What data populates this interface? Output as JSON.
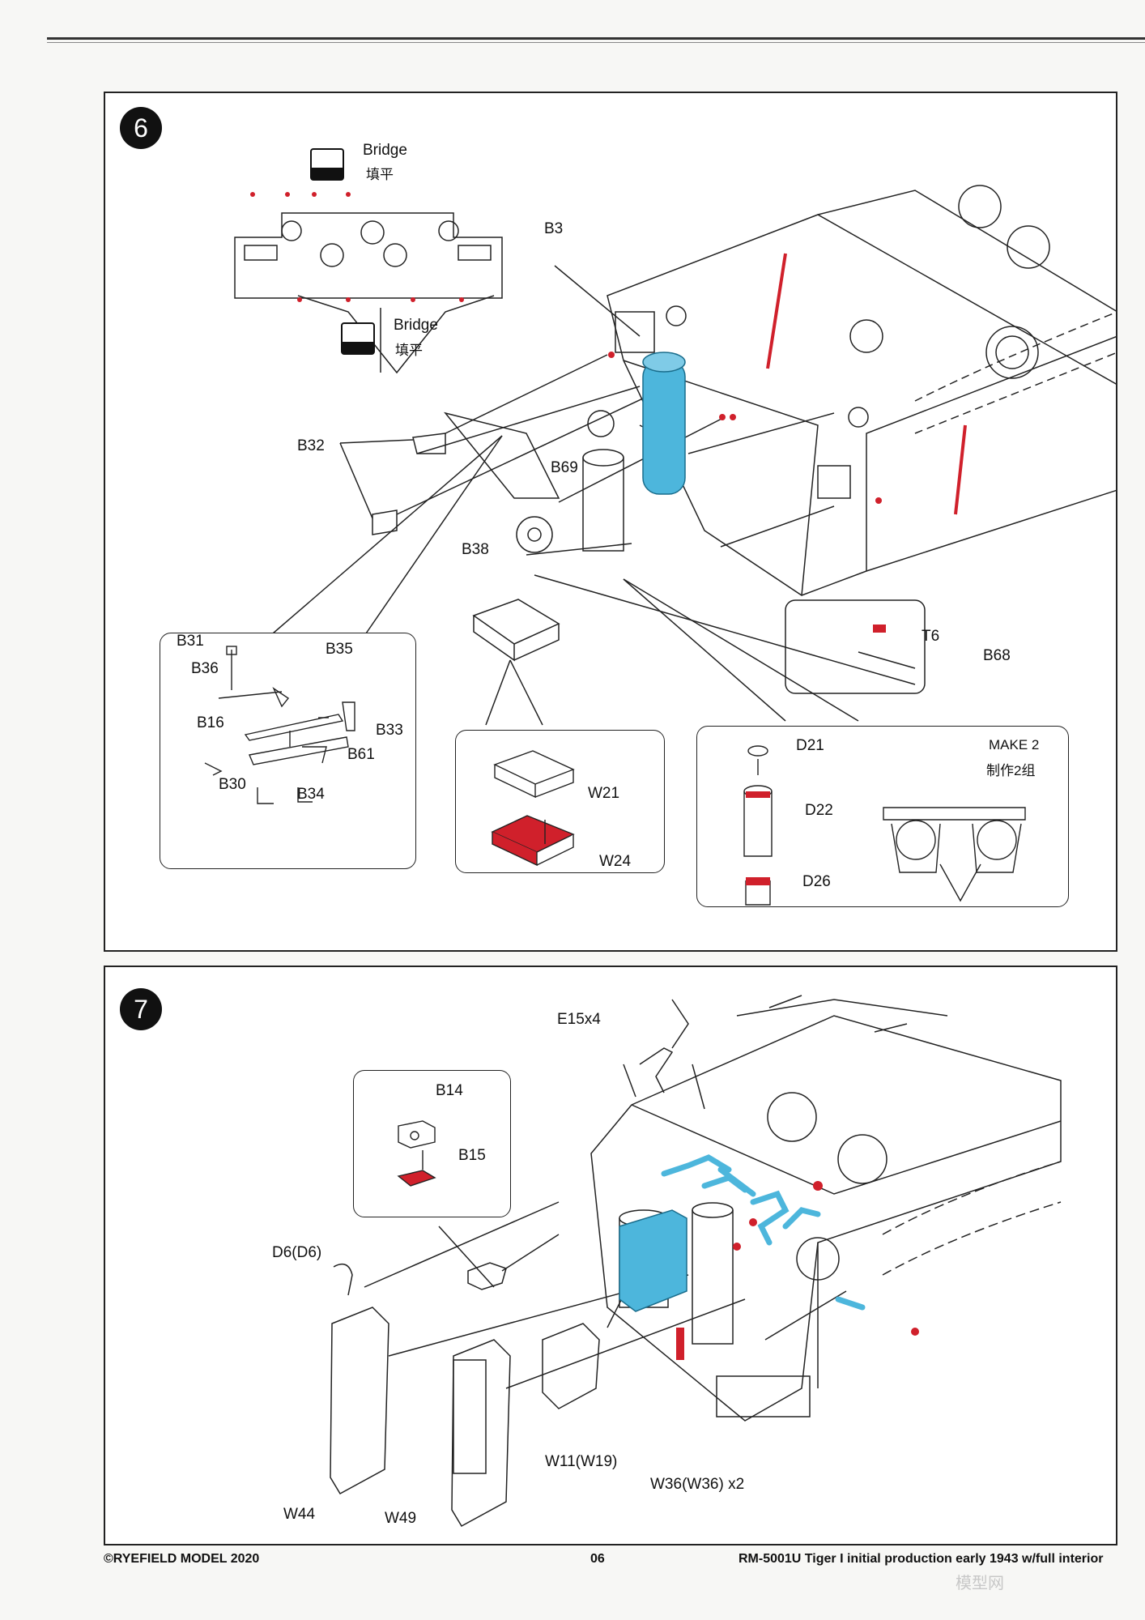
{
  "step6": {
    "number": "6",
    "bridge_top": {
      "en": "Bridge",
      "cn": "填平"
    },
    "bridge_bottom": {
      "en": "Bridge",
      "cn": "填平"
    },
    "labels": {
      "b3": "B3",
      "b32": "B32",
      "b69": "B69",
      "b38": "B38",
      "t6": "T6",
      "b68": "B68"
    },
    "callout_left": {
      "b31": "B31",
      "b35": "B35",
      "b36": "B36",
      "b16": "B16",
      "b33": "B33",
      "b61": "B61",
      "b30": "B30",
      "b34": "B34"
    },
    "callout_mid": {
      "w21": "W21",
      "w24": "W24"
    },
    "callout_right": {
      "d21": "D21",
      "d22": "D22",
      "d26": "D26",
      "make_en": "MAKE 2",
      "make_cn": "制作2组"
    }
  },
  "step7": {
    "number": "7",
    "labels": {
      "e15": "E15x4",
      "b14": "B14",
      "b15": "B15",
      "d6": "D6(D6)",
      "w44": "W44",
      "w49": "W49",
      "w11": "W11(W19)",
      "w36": "W36(W36)  x2"
    }
  },
  "footer": {
    "copyright": "©RYEFIELD MODEL 2020",
    "page": "06",
    "title": "RM-5001U Tiger I initial production early 1943 w/full interior"
  },
  "watermark": "模型网",
  "colors": {
    "accent_blue": "#4db6dc",
    "accent_red": "#d0202b",
    "ink": "#222222"
  }
}
